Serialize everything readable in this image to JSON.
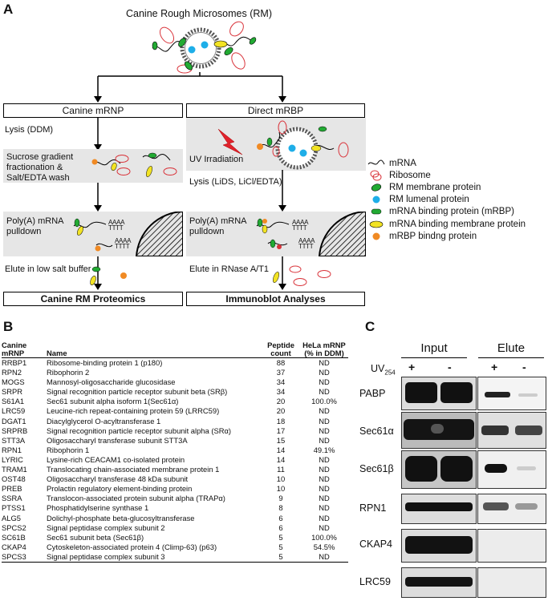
{
  "panel_a": {
    "letter": "A",
    "title": "Canine Rough Microsomes (RM)",
    "left": {
      "header": "Canine mRNP",
      "step1": "Lysis (DDM)",
      "step2": "Sucrose gradient fractionation & Salt/EDTA wash",
      "step3": "Poly(A) mRNA pulldown",
      "step4": "Elute in low salt buffer",
      "footer": "Canine RM Proteomics"
    },
    "right": {
      "header": "Direct mRBP",
      "step1": "UV Irradiation",
      "step2": "Lysis (LiDS, LiCl/EDTA)",
      "step3": "Poly(A) mRNA pulldown",
      "step4": "Elute in RNase A/T1",
      "footer": "Immunoblot Analyses"
    },
    "polya": "AAAA",
    "polyt": "TTTT",
    "legend": [
      {
        "icon": "mrna-icon",
        "label": "mRNA"
      },
      {
        "icon": "ribosome-icon",
        "label": "Ribosome"
      },
      {
        "icon": "rm-membrane-protein-icon",
        "label": "RM membrane protein"
      },
      {
        "icon": "rm-lumenal-protein-icon",
        "label": "RM lumenal protein"
      },
      {
        "icon": "mrbp-icon",
        "label": "mRNA binding protein (mRBP)"
      },
      {
        "icon": "mrna-binding-membrane-protein-icon",
        "label": "mRNA binding membrane protein"
      },
      {
        "icon": "mrbp-binding-protein-icon",
        "label": "mRBP bindng protein"
      }
    ],
    "colors": {
      "green": "#22aa33",
      "yellow": "#f2e324",
      "blue": "#1eaee8",
      "orange": "#f08a24",
      "red": "#d9333a",
      "panel_gray": "#e6e6e6"
    }
  },
  "panel_b": {
    "letter": "B",
    "headers": {
      "col1": "Canine mRNP",
      "col2": "Name",
      "col3": "Peptide count",
      "col4": "HeLa mRNP (% in DDM)"
    },
    "rows": [
      {
        "id": "RRBP1",
        "name": "Ribosome-binding protein 1 (p180)",
        "count": "88",
        "hela": "ND"
      },
      {
        "id": "RPN2",
        "name": "Ribophorin 2",
        "count": "37",
        "hela": "ND"
      },
      {
        "id": "MOGS",
        "name": "Mannosyl-oligosaccharide glucosidase",
        "count": "34",
        "hela": "ND"
      },
      {
        "id": "SRPR",
        "name": "Signal recognition particle receptor subunit beta (SRβ)",
        "count": "34",
        "hela": "ND"
      },
      {
        "id": "S61A1",
        "name": "Sec61 subunit alpha isoform 1(Sec61α)",
        "count": "20",
        "hela": "100.0%"
      },
      {
        "id": "LRC59",
        "name": "Leucine-rich repeat-containing protein 59 (LRRC59)",
        "count": "20",
        "hela": "ND"
      },
      {
        "id": "DGAT1",
        "name": "Diacylglycerol O-acyltransferase 1",
        "count": "18",
        "hela": "ND"
      },
      {
        "id": "SRPRB",
        "name": "Signal recognition particle receptor subunit alpha (SRα)",
        "count": "17",
        "hela": "ND"
      },
      {
        "id": "STT3A",
        "name": "Oligosaccharyl transferase subunit STT3A",
        "count": "15",
        "hela": "ND"
      },
      {
        "id": "RPN1",
        "name": "Ribophorin 1",
        "count": "14",
        "hela": "49.1%"
      },
      {
        "id": "LYRIC",
        "name": "Lysine-rich CEACAM1 co-isolated protein",
        "count": "14",
        "hela": "ND"
      },
      {
        "id": "TRAM1",
        "name": "Translocating chain-associated membrane protein 1",
        "count": "11",
        "hela": "ND"
      },
      {
        "id": "OST48",
        "name": "Oligosaccharyl transferase 48 kDa subunit",
        "count": "10",
        "hela": "ND"
      },
      {
        "id": "PREB",
        "name": "Prolactin regulatory element-binding protein",
        "count": "10",
        "hela": "ND"
      },
      {
        "id": "SSRA",
        "name": "Translocon-associated protein subunit alpha (TRAPα)",
        "count": "9",
        "hela": "ND"
      },
      {
        "id": "PTSS1",
        "name": "Phosphatidylserine synthase 1",
        "count": "8",
        "hela": "ND"
      },
      {
        "id": "ALG5",
        "name": "Dolichyl-phosphate beta-glucosyltransferase",
        "count": "6",
        "hela": "ND"
      },
      {
        "id": "SPCS2",
        "name": "Signal peptidase complex subunit 2",
        "count": "6",
        "hela": "ND"
      },
      {
        "id": "SC61B",
        "name": "Sec61 subunit beta (Sec61β)",
        "count": "5",
        "hela": "100.0%"
      },
      {
        "id": "CKAP4",
        "name": "Cytoskeleton-associated protein 4 (Climp-63) (p63)",
        "count": "5",
        "hela": "54.5%"
      },
      {
        "id": "SPCS3",
        "name": "Signal peptidase complex subunit 3",
        "count": "5",
        "hela": "ND"
      }
    ]
  },
  "panel_c": {
    "letter": "C",
    "input_label": "Input",
    "elute_label": "Elute",
    "uv_label": "UV",
    "uv_sub": "254",
    "signs": [
      "+",
      "-",
      "+",
      "-"
    ],
    "blots": [
      "PABP",
      "Sec61α",
      "Sec61β",
      "RPN1",
      "CKAP4",
      "LRC59"
    ]
  }
}
